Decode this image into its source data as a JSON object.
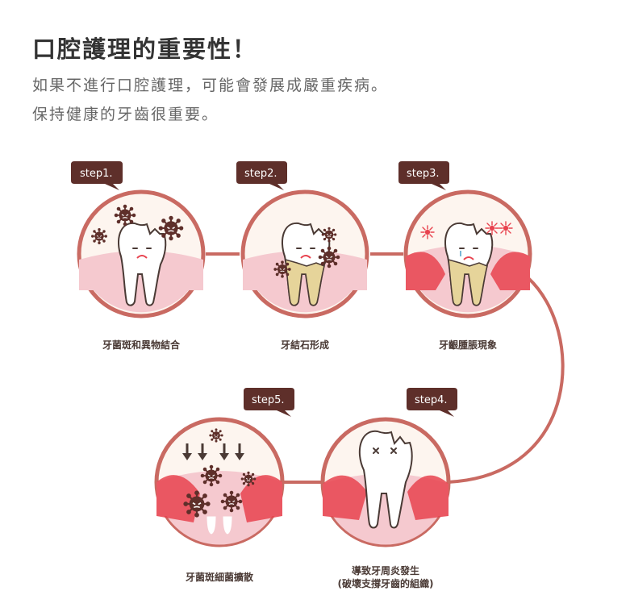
{
  "header": {
    "title": "口腔護理的重要性！",
    "subtitle_lines": [
      "如果不進行口腔護理，可能會發展成嚴重疾病。",
      "保持健康的牙齒很重要。"
    ]
  },
  "steps": [
    {
      "tag": "step1.",
      "caption": [
        "牙菌斑和異物結合"
      ]
    },
    {
      "tag": "step2.",
      "caption": [
        "牙結石形成"
      ]
    },
    {
      "tag": "step3.",
      "caption": [
        "牙齦腫脹現象"
      ]
    },
    {
      "tag": "step4.",
      "caption": [
        "導致牙周炎發生",
        "(破壞支撐牙齒的組織)"
      ]
    },
    {
      "tag": "step5.",
      "caption": [
        "牙菌斑細菌擴散"
      ]
    }
  ],
  "colors": {
    "ring": "#c96a62",
    "bubble": "#5e2f2a",
    "gum": "#f5c9cf",
    "inflamed_gum": "#e8434f",
    "tartar": "#e6d49a",
    "bacteria": "#5e2f2a",
    "title_text": "#333333",
    "subtitle_text": "#666666"
  }
}
